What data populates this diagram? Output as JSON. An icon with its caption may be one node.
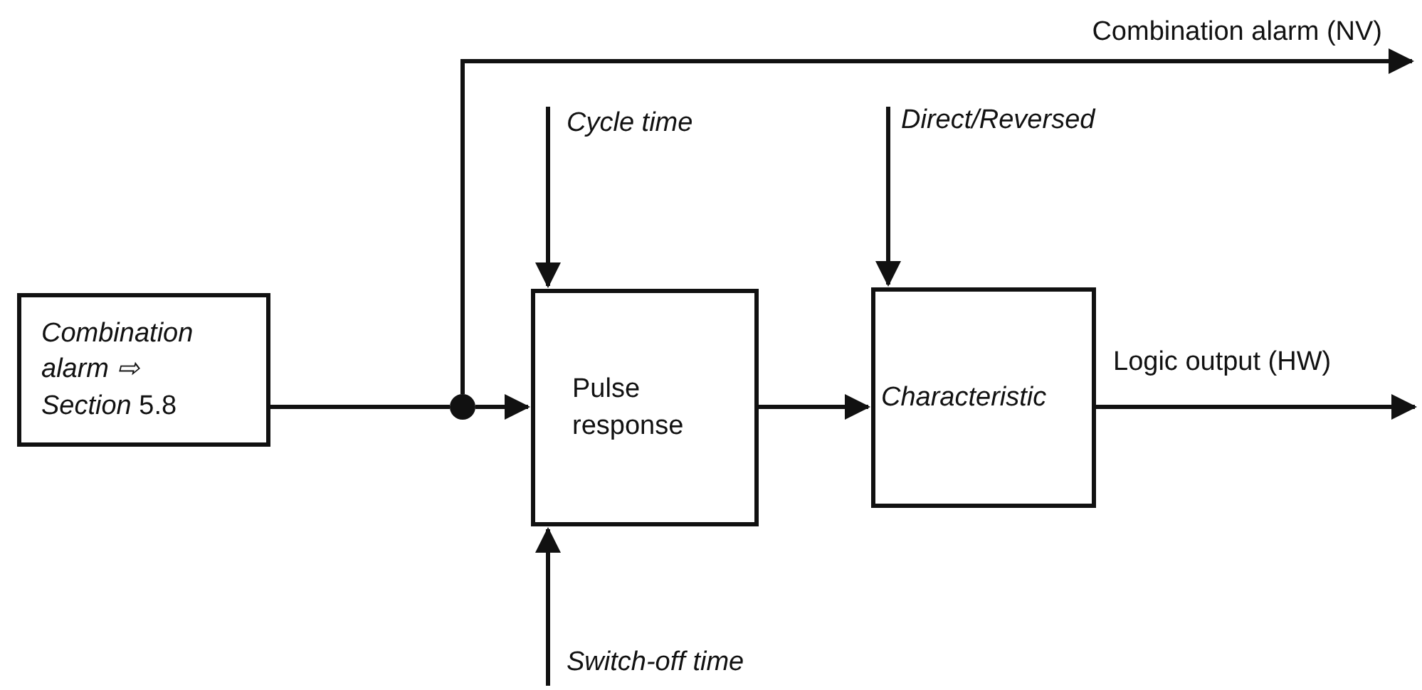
{
  "diagram": {
    "nodes": [
      {
        "text": [
          "*Combination alarm ⇨ Section* 5.8"
        ]
      },
      {
        "text": [
          "Pulse response"
        ]
      },
      {
        "text": [
          "Characteristic"
        ]
      },
      {
        "text": [],
        "shape": "circle"
      }
    ],
    "edges": [
      {
        "from": 0,
        "to": 3,
        "arrow": "none"
      },
      {
        "from": 3,
        "to": 1,
        "arrow": "to"
      },
      {
        "from": 3,
        "to": null,
        "arrow": "to",
        "label": "Combination alarm (NV)"
      },
      {
        "from": 1,
        "to": 2,
        "arrow": "to"
      },
      {
        "from": 2,
        "to": null,
        "arrow": "to",
        "label": "Logic output (HW)"
      },
      {
        "from": null,
        "to": 1,
        "arrow": "to",
        "label": "Cycle time"
      },
      {
        "from": null,
        "to": 2,
        "arrow": "to",
        "label": "Direct/Reversed"
      },
      {
        "from": null,
        "to": 1,
        "arrow": "to",
        "label": "Switch-off time"
      }
    ]
  }
}
